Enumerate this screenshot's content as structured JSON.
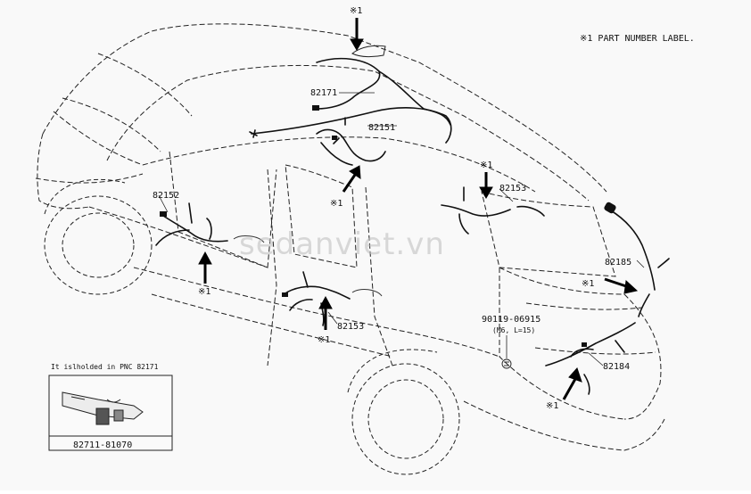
{
  "legend_note": "※1 PART NUMBER LABEL.",
  "watermark": "sedanviet.vn",
  "markers": {
    "top": "※1",
    "center": "※1",
    "rear_right": "※1",
    "front_door": "※1",
    "rear_door": "※1",
    "back_door_side": "※1",
    "back_door_bottom": "※1"
  },
  "callouts": {
    "p82171": "82171",
    "p82151": "82151",
    "p82153_roof": "82153",
    "p82152": "82152",
    "p82153_door": "82153",
    "p82185": "82185",
    "p82184": "82184",
    "bolt_part": "90119-06915",
    "bolt_spec": "(M6, L=15)"
  },
  "inset": {
    "title": "It islholded in PNC 82171",
    "part_number": "82711-81070"
  }
}
